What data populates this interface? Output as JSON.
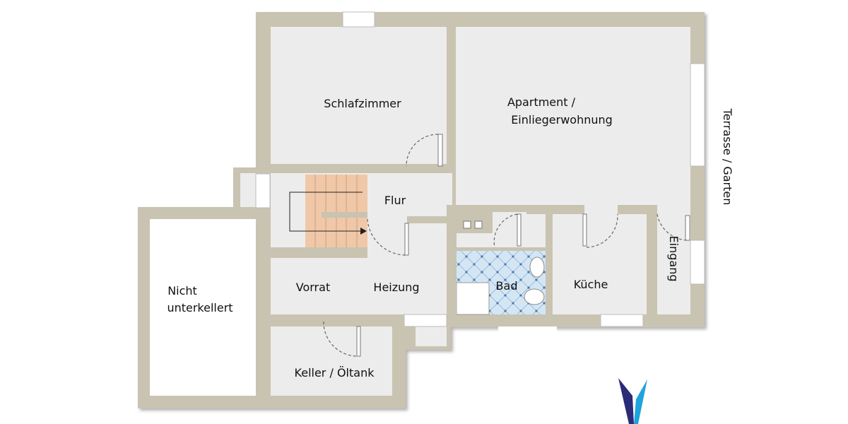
{
  "floorplan": {
    "rooms": {
      "schlafzimmer": "Schlafzimmer",
      "apartment_line1": "Apartment /",
      "apartment_line2": "Einliegerwohnung",
      "flur": "Flur",
      "vorrat": "Vorrat",
      "heizung": "Heizung",
      "bad": "Bad",
      "kueche": "Küche",
      "eingang": "Eingang",
      "nicht_line1": "Nicht",
      "nicht_line2": "unterkellert",
      "keller": "Keller / Öltank"
    },
    "outside_label": "Terrasse / Garten",
    "colors": {
      "wall": "#c9c3b1",
      "floor": "#ececec",
      "stairs": "#f0c8a8",
      "tiles": "#cfe3f3",
      "logo_dark": "#2a2c78",
      "logo_light": "#1ea3dc"
    },
    "logo_icon": "compass-arrow-logo"
  }
}
